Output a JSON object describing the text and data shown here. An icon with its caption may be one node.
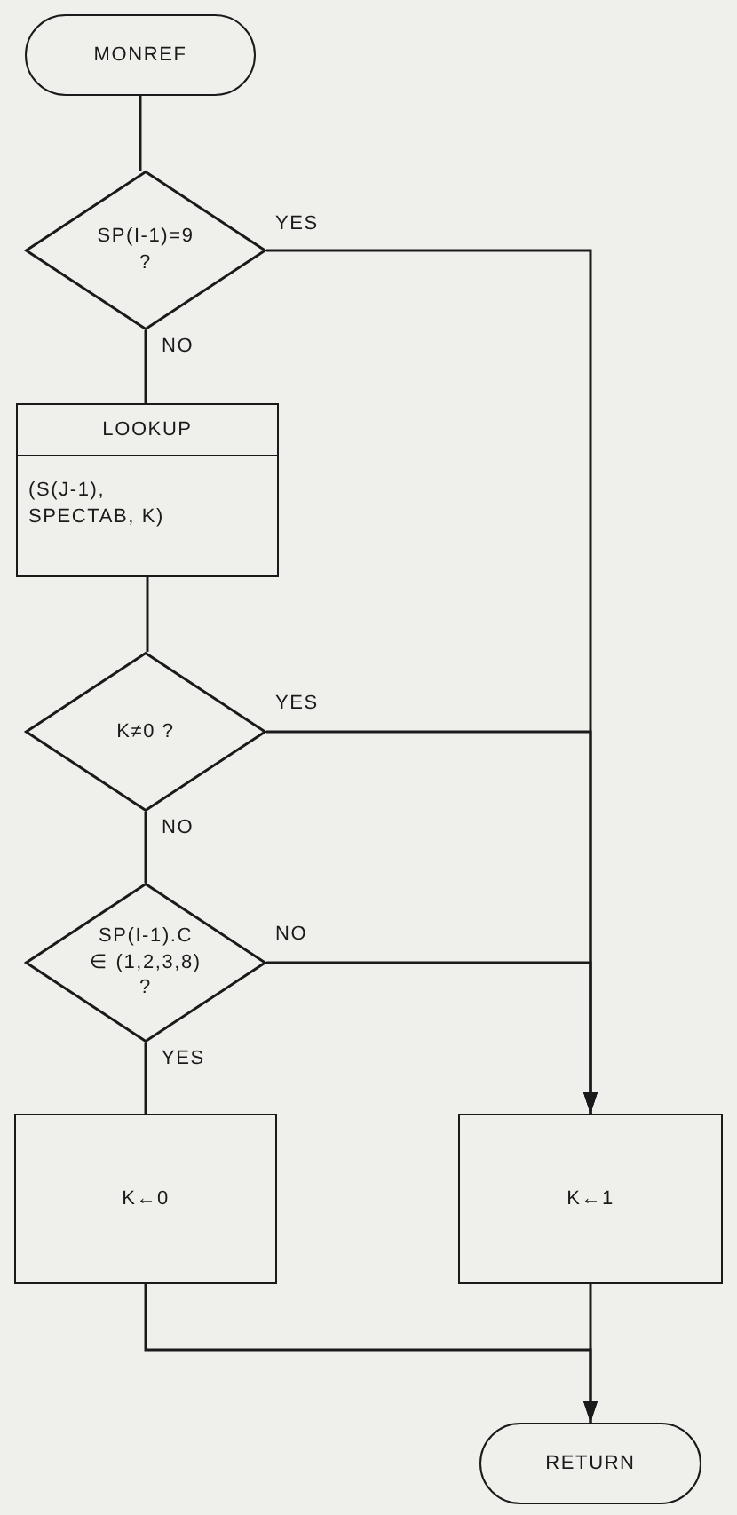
{
  "diagram": {
    "nodes": [
      {
        "text": [
          "MONREF"
        ]
      },
      {
        "text": [
          "SP(I-1)=9 ?"
        ]
      },
      {
        "text": [
          "LOOKUP",
          "(S(J-1), SPECTAB, K)"
        ]
      },
      {
        "text": [
          "K≠0 ?"
        ]
      },
      {
        "text": [
          "SP(I-1).C ∈ (1,2,3,8) ?"
        ]
      },
      {
        "text": [
          "K←0"
        ]
      },
      {
        "text": [
          "K←1"
        ]
      },
      {
        "text": [
          "RETURN"
        ]
      }
    ],
    "edges": [
      {
        "from": 0,
        "to": 1,
        "arrow": "none"
      },
      {
        "from": 1,
        "to": 6,
        "arrow": "to",
        "label": "YES"
      },
      {
        "from": 1,
        "to": 2,
        "arrow": "none",
        "label": "NO"
      },
      {
        "from": 2,
        "to": 3,
        "arrow": "none"
      },
      {
        "from": 3,
        "to": 6,
        "arrow": "to",
        "label": "YES"
      },
      {
        "from": 3,
        "to": 4,
        "arrow": "none",
        "label": "NO"
      },
      {
        "from": 4,
        "to": 6,
        "arrow": "to",
        "label": "NO"
      },
      {
        "from": 4,
        "to": 5,
        "arrow": "none",
        "label": "YES"
      },
      {
        "from": 5,
        "to": 7,
        "arrow": "to"
      },
      {
        "from": 6,
        "to": 7,
        "arrow": "to"
      }
    ]
  }
}
